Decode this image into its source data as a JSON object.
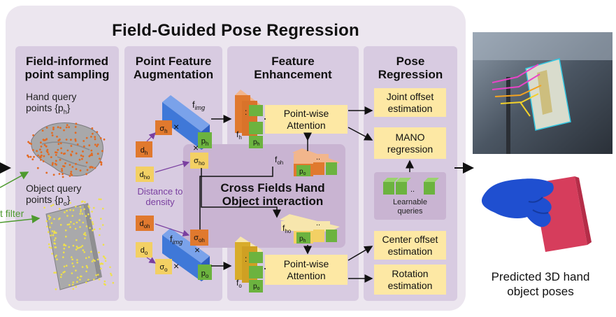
{
  "main_title": "Field-Guided Pose Regression",
  "panels": {
    "sampling": {
      "title_1": "Field-informed",
      "title_2": "point sampling",
      "hand_query_1": "Hand query",
      "hand_query_2": "points {p",
      "hand_query_sub": "h",
      "object_query_1": "Object query",
      "object_query_2": "points {p",
      "object_query_sub": "o",
      "filter_label": "t filter"
    },
    "augmentation": {
      "title_1": "Point Feature",
      "title_2": "Augmentation",
      "distance_to_density_1": "Distance to",
      "distance_to_density_2": "density"
    },
    "enhancement": {
      "title_1": "Feature",
      "title_2": "Enhancement",
      "attn_top_1": "Point-wise",
      "attn_top_2": "Attention",
      "attn_bottom_1": "Point-wise",
      "attn_bottom_2": "Attention"
    },
    "cross_fields": {
      "title_1": "Cross Fields Hand",
      "title_2": "Object interaction"
    },
    "regression": {
      "title_1": "Pose",
      "title_2": "Regression",
      "joint_offset_1": "Joint offset",
      "joint_offset_2": "estimation",
      "mano_1": "MANO",
      "mano_2": "regression",
      "learnable_1": "Learnable",
      "learnable_2": "queries",
      "center_offset_1": "Center offset",
      "center_offset_2": "estimation",
      "rotation_1": "Rotation",
      "rotation_2": "estimation"
    }
  },
  "symbols": {
    "f_img": "f",
    "img_sub": "img",
    "p": "p",
    "d": "d",
    "sigma": "σ",
    "times": "×",
    "f": "f",
    "ellipsis": "..",
    "sub_h": "h",
    "sub_o": "o",
    "sub_ho": "ho",
    "sub_oh": "oh"
  },
  "result": {
    "caption_1": "Predicted 3D hand",
    "caption_2": "object poses"
  },
  "colors": {
    "hand_orange": "#e0792e",
    "object_yellow": "#f3d064",
    "feature_blue": "#3f78d8",
    "gold": "#d8ac2a",
    "green": "#6cb33f",
    "peach": "#f2b68c",
    "cream": "#f7e6ad",
    "hand_mesh": "#1f4fd0",
    "object_mesh": "#d63d5c"
  }
}
